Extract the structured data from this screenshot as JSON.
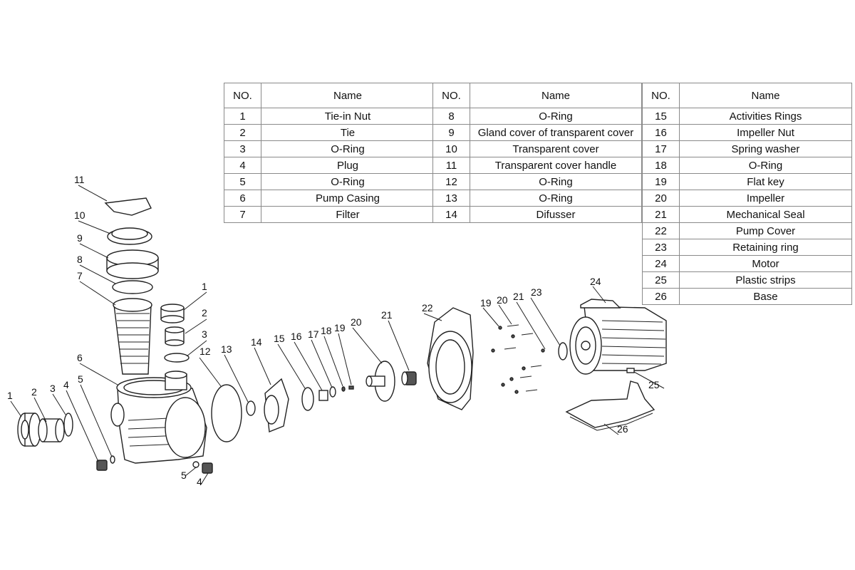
{
  "tables": [
    {
      "header": {
        "no": "NO.",
        "name": "Name"
      },
      "rows": [
        {
          "no": "1",
          "name": "Tie-in Nut"
        },
        {
          "no": "2",
          "name": "Tie"
        },
        {
          "no": "3",
          "name": "O-Ring"
        },
        {
          "no": "4",
          "name": "Plug"
        },
        {
          "no": "5",
          "name": "O-Ring"
        },
        {
          "no": "6",
          "name": "Pump Casing"
        },
        {
          "no": "7",
          "name": "Filter"
        }
      ]
    },
    {
      "header": {
        "no": "NO.",
        "name": "Name"
      },
      "rows": [
        {
          "no": "8",
          "name": "O-Ring"
        },
        {
          "no": "9",
          "name": "Gland cover of transparent cover"
        },
        {
          "no": "10",
          "name": "Transparent cover"
        },
        {
          "no": "11",
          "name": "Transparent cover handle"
        },
        {
          "no": "12",
          "name": "O-Ring"
        },
        {
          "no": "13",
          "name": "O-Ring"
        },
        {
          "no": "14",
          "name": "Difusser"
        }
      ]
    },
    {
      "header": {
        "no": "NO.",
        "name": "Name"
      },
      "rows": [
        {
          "no": "15",
          "name": "Activities Rings"
        },
        {
          "no": "16",
          "name": "Impeller Nut"
        },
        {
          "no": "17",
          "name": "Spring washer"
        },
        {
          "no": "18",
          "name": "O-Ring"
        },
        {
          "no": "19",
          "name": "Flat key"
        },
        {
          "no": "20",
          "name": "Impeller"
        },
        {
          "no": "21",
          "name": "Mechanical Seal"
        },
        {
          "no": "22",
          "name": "Pump Cover"
        },
        {
          "no": "23",
          "name": "Retaining ring"
        },
        {
          "no": "24",
          "name": "Motor"
        },
        {
          "no": "25",
          "name": "Plastic strips"
        },
        {
          "no": "26",
          "name": "Base"
        }
      ]
    }
  ],
  "callouts": [
    "1",
    "2",
    "3",
    "4",
    "5",
    "6",
    "7",
    "8",
    "9",
    "10",
    "11",
    "12",
    "13",
    "14",
    "15",
    "16",
    "17",
    "18",
    "19",
    "20",
    "21",
    "22",
    "23",
    "24",
    "25",
    "26",
    "1",
    "2",
    "3",
    "4",
    "5",
    "19",
    "20",
    "21"
  ]
}
